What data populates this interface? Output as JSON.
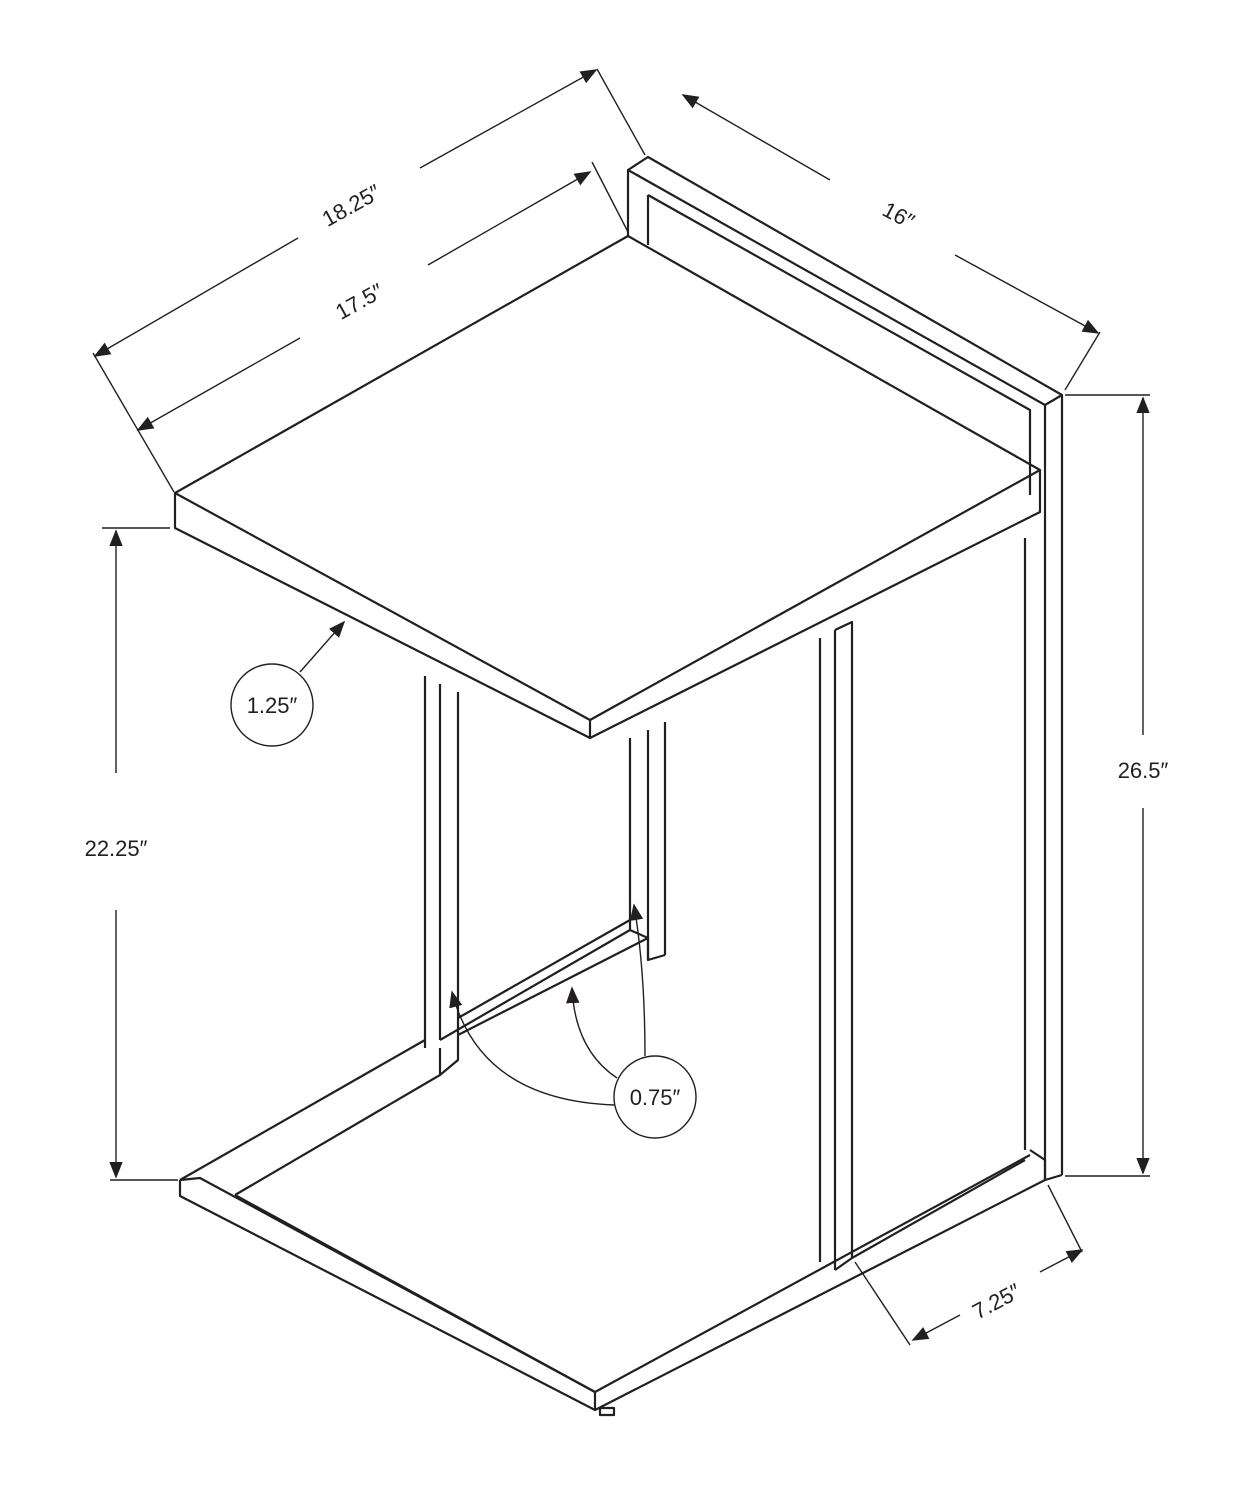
{
  "dimensions": {
    "overall_width": "18.25″",
    "top_width": "17.5″",
    "depth": "16″",
    "overall_height": "26.5″",
    "top_height": "22.25″",
    "top_thickness": "1.25″",
    "frame_thickness": "0.75″",
    "base_clearance": "7.25″"
  },
  "colors": {
    "line": "#231f20",
    "background": "#ffffff"
  }
}
